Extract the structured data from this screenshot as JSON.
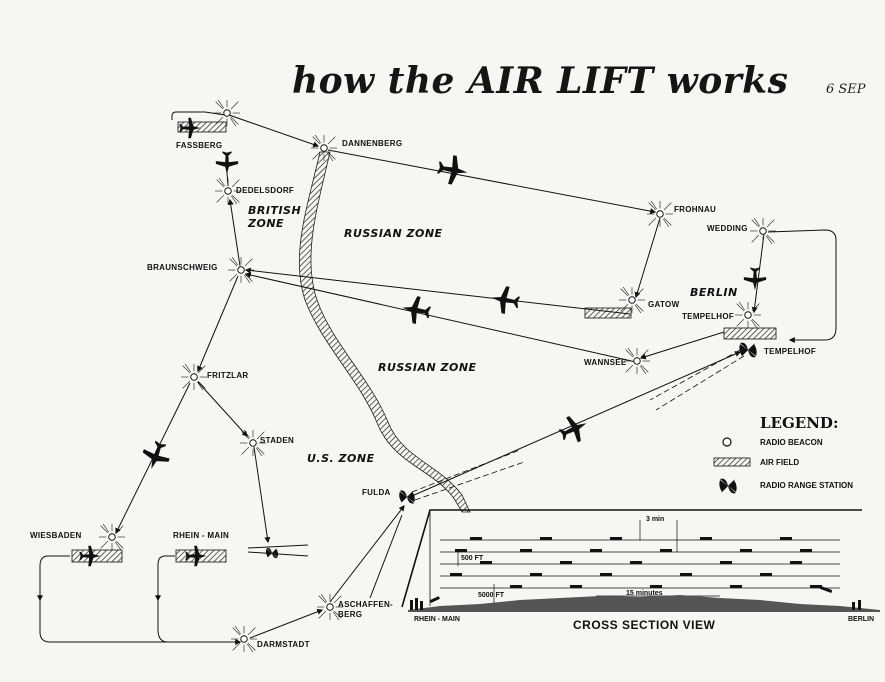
{
  "title": "how the AIR LIFT works",
  "date": "6 SEP",
  "places": {
    "fassberg": "FASSBERG",
    "dannenberg": "DANNENBERG",
    "dedelsdorf": "DEDELSDORF",
    "braunschweig": "BRAUNSCHWEIG",
    "frohnau": "FROHNAU",
    "wedding": "WEDDING",
    "gatow": "GATOW",
    "berlin": "BERLIN",
    "tempelhof_beacon": "TEMPELHOF",
    "tempelhof_field": "TEMPELHOF",
    "wannsee": "WANNSEE",
    "fritzlar": "FRITZLAR",
    "staden": "STADEN",
    "fulda": "FULDA",
    "wiesbaden": "WIESBADEN",
    "rhein_main": "RHEIN - MAIN",
    "aschaffenberg": "ASCHAFFEN-\nBERG",
    "darmstadt": "DARMSTADT"
  },
  "zones": {
    "british": "BRITISH\nZONE",
    "russian_north": "RUSSIAN ZONE",
    "russian_south": "RUSSIAN ZONE",
    "us": "U.S. ZONE"
  },
  "legend": {
    "title": "LEGEND:",
    "radio_beacon": "RADIO BEACON",
    "air_field": "AIR FIELD",
    "radio_range_station": "RADIO RANGE STATION"
  },
  "cross_section": {
    "title": "CROSS SECTION VIEW",
    "interval": "3 min",
    "separation": "500 FT",
    "altitude": "5000 FT",
    "spacing": "15 minutes",
    "start": "RHEIN - MAIN",
    "end": "BERLIN"
  },
  "icons": {
    "beacon": "radio-beacon-icon",
    "airfield": "air-field-icon",
    "range_station": "radio-range-station-icon",
    "aircraft": "aircraft-icon"
  }
}
